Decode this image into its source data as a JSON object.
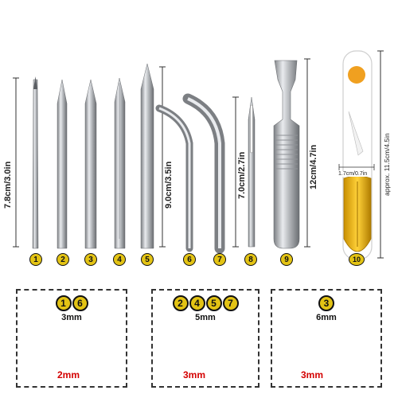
{
  "needles": [
    {
      "number": "1"
    },
    {
      "number": "2"
    },
    {
      "number": "3"
    },
    {
      "number": "4"
    },
    {
      "number": "5"
    },
    {
      "number": "6"
    },
    {
      "number": "7"
    },
    {
      "number": "8"
    },
    {
      "number": "9"
    },
    {
      "number": "10"
    }
  ],
  "dimensions": {
    "short_straight": "7.8cm/3.0in",
    "bent_long": "9.0cm/3.5in",
    "thin_needle": "7.0cm/2.7in",
    "spatula": "12cm/4.7in",
    "cutter_length": "approx. 11.5cm/4.5in",
    "cutter_width": "1.7cm/0.7in"
  },
  "size_boxes": [
    {
      "badges": [
        "1",
        "6"
      ],
      "outer": "3mm",
      "inner": "2mm"
    },
    {
      "badges": [
        "2",
        "4",
        "5",
        "7"
      ],
      "outer": "5mm",
      "inner": "3mm"
    },
    {
      "badges": [
        "3"
      ],
      "outer": "6mm",
      "inner": "3mm"
    }
  ],
  "colors": {
    "badge": "#e3c314",
    "accent_red": "#d40000",
    "cutter_dot": "#f0a020",
    "cutter_blade": "#e8b400"
  }
}
